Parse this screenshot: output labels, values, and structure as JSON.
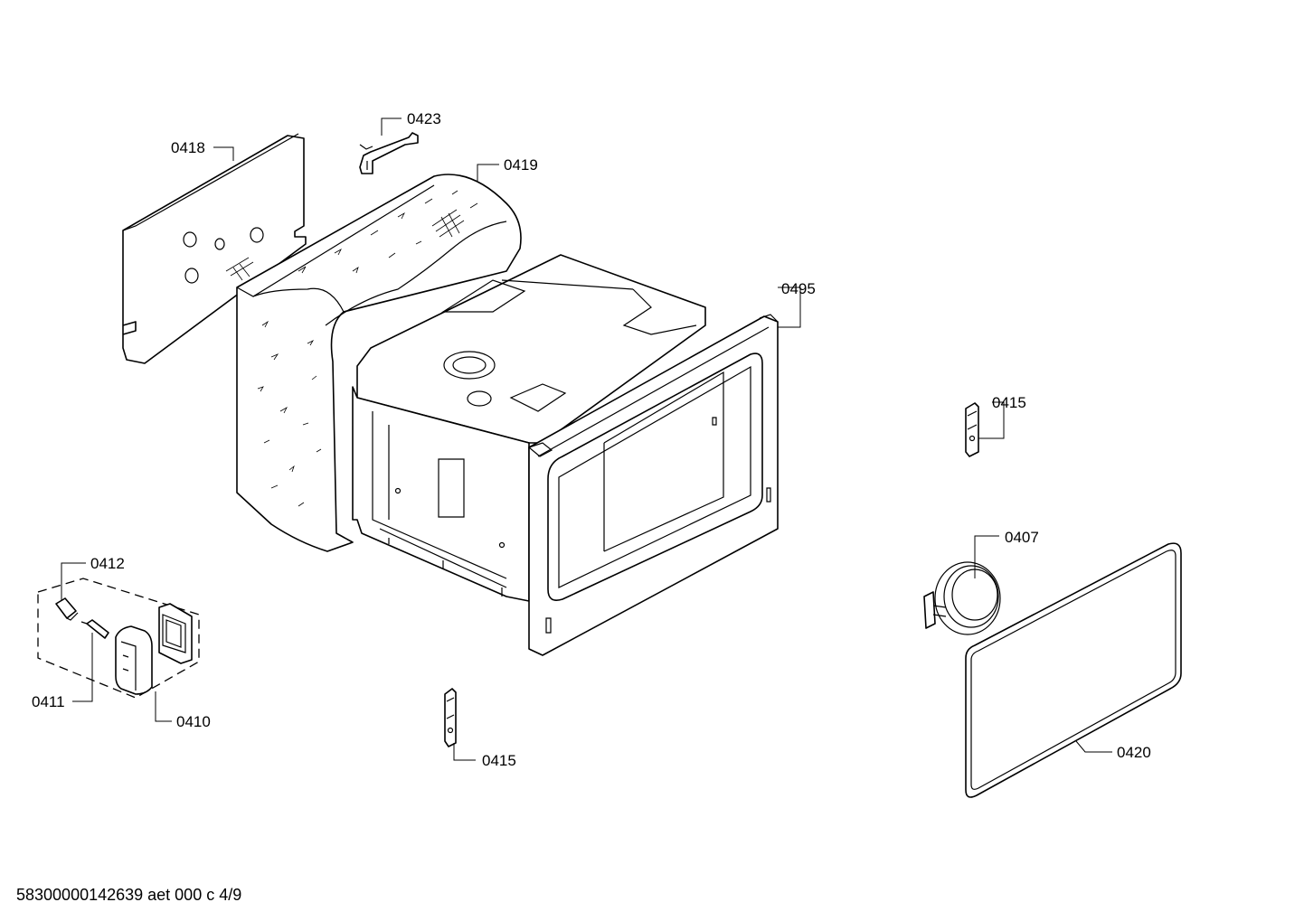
{
  "parts": [
    {
      "id": "p0418",
      "number": "0418"
    },
    {
      "id": "p0423",
      "number": "0423"
    },
    {
      "id": "p0419",
      "number": "0419"
    },
    {
      "id": "p0495",
      "number": "0495"
    },
    {
      "id": "p0415a",
      "number": "0415"
    },
    {
      "id": "p0407",
      "number": "0407"
    },
    {
      "id": "p0412",
      "number": "0412"
    },
    {
      "id": "p0411",
      "number": "0411"
    },
    {
      "id": "p0410",
      "number": "0410"
    },
    {
      "id": "p0415b",
      "number": "0415"
    },
    {
      "id": "p0420",
      "number": "0420"
    }
  ],
  "footer": {
    "text": "58300000142639 aet 000 c 4/9"
  }
}
